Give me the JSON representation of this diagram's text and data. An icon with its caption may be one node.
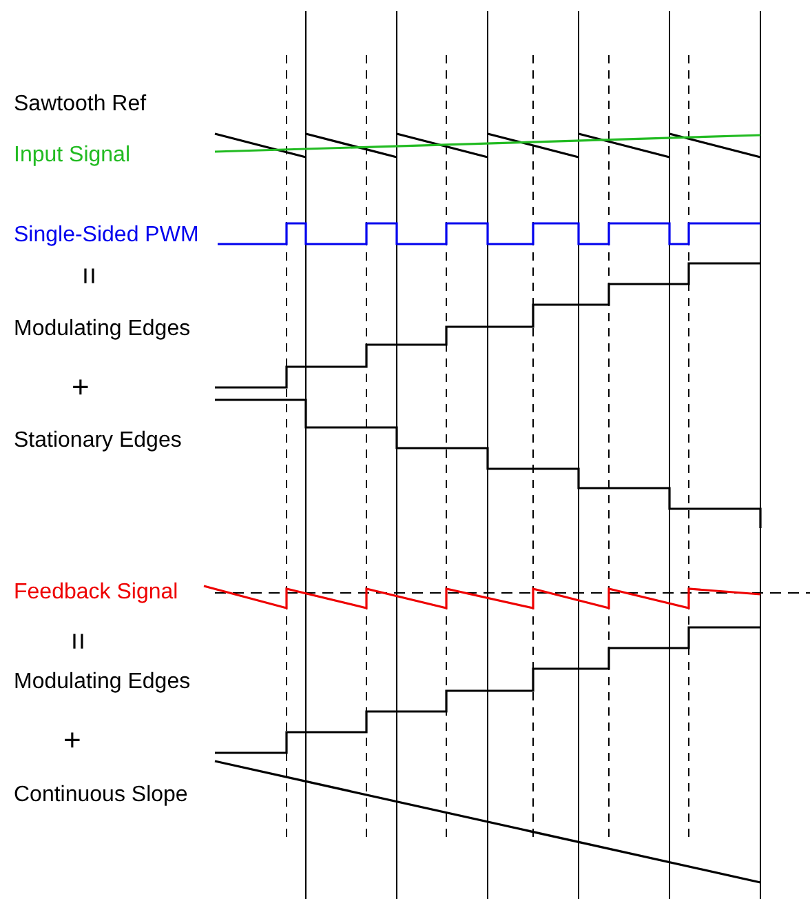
{
  "diagram": {
    "labels": [
      "Sawtooth Ref",
      "Input Signal",
      "Single-Sided PWM",
      "=",
      "Modulating Edges",
      "+",
      "Stationary Edges",
      "Feedback Signal",
      "=",
      "Modulating Edges",
      "+",
      "Continuous Slope"
    ]
  }
}
